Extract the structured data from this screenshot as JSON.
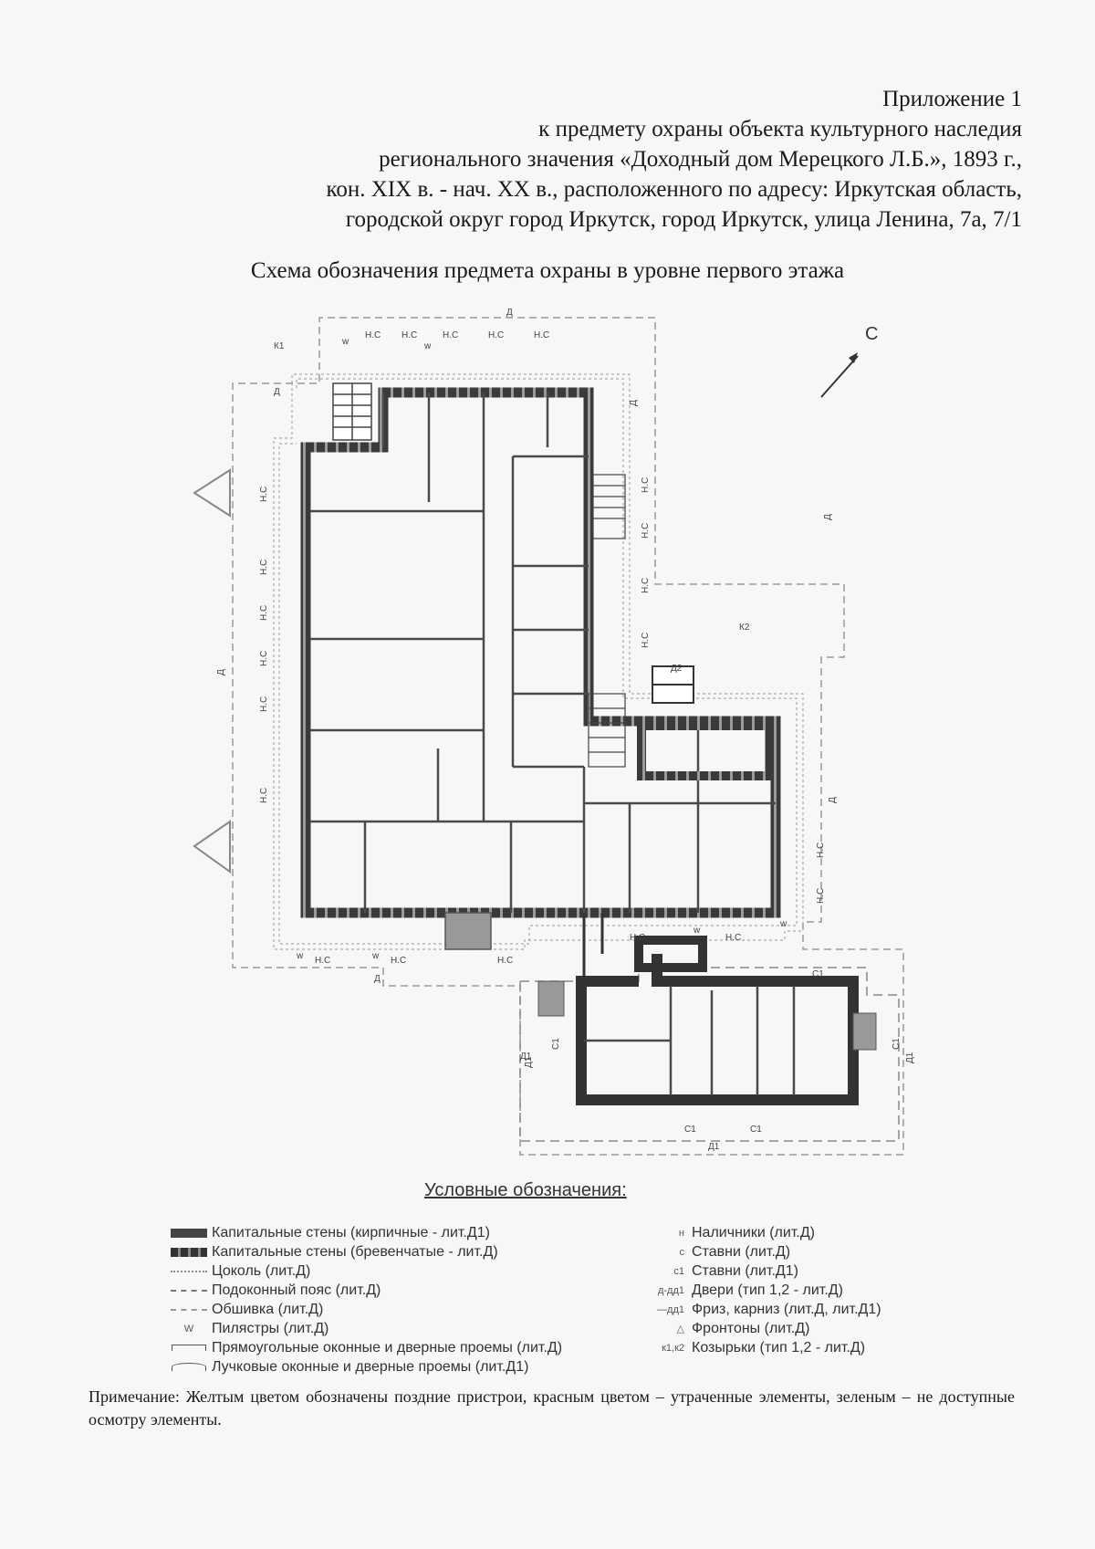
{
  "heading": {
    "line1": "Приложение 1",
    "line2": "к предмету охраны объекта культурного наследия",
    "line3": "регионального значения «Доходный дом Мерецкого Л.Б.», 1893 г.,",
    "line4": "кон. XIX в. - нач. XX в., расположенного по адресу: Иркутская область,",
    "line5": "городской округ город Иркутск, город Иркутск, улица Ленина, 7а, 7/1"
  },
  "scheme_title": "Схема обозначения предмета охраны в уровне первого этажа",
  "plan": {
    "north_label": "С",
    "canopy_k1": "К1",
    "canopy_k2": "К2",
    "door_d": "Д",
    "door_d1": "Д1",
    "door_d2": "Д2",
    "shutter": "Н.С",
    "pilaster": "w",
    "shutter_c1": "С1"
  },
  "legend": {
    "title": "Условные обозначения:",
    "left": [
      {
        "icon": "brick-wall-swatch",
        "label": "Капитальные стены (кирпичные - лит.Д1)"
      },
      {
        "icon": "log-wall-swatch",
        "label": "Капитальные стены (бревенчатые - лит.Д)"
      },
      {
        "icon": "plinth-line",
        "label": "Цоколь (лит.Д)"
      },
      {
        "icon": "sill-belt-line",
        "label": "Подоконный пояс (лит.Д)"
      },
      {
        "icon": "cladding-line",
        "label": "Обшивка (лит.Д)"
      },
      {
        "icon": "pilaster-symbol",
        "symbol": "W",
        "label": "Пилястры (лит.Д)"
      },
      {
        "icon": "rect-opening-symbol",
        "label": "Прямоугольные оконные и дверные проемы (лит.Д)"
      },
      {
        "icon": "arched-opening-symbol",
        "label": "Лучковые оконные и дверные проемы (лит.Д1)"
      }
    ],
    "right": [
      {
        "symbol": "н",
        "label": "Наличники  (лит.Д)"
      },
      {
        "symbol": "с",
        "label": "Ставни (лит.Д)"
      },
      {
        "symbol": "с1",
        "label": "Ставни (лит.Д1)"
      },
      {
        "symbol": "д-дд1",
        "label": "Двери (тип 1,2 - лит.Д)"
      },
      {
        "symbol": "—дд1",
        "label": "Фриз, карниз (лит.Д, лит.Д1)"
      },
      {
        "symbol": "△",
        "label": "Фронтоны (лит.Д)"
      },
      {
        "symbol": "к1,к2",
        "label": "Козырьки (тип 1,2 - лит.Д)"
      }
    ]
  },
  "note": "Примечание: Желтым цветом обозначены поздние пристрои, красным цветом – утраченные элементы, зеленым – не доступные осмотру элементы."
}
